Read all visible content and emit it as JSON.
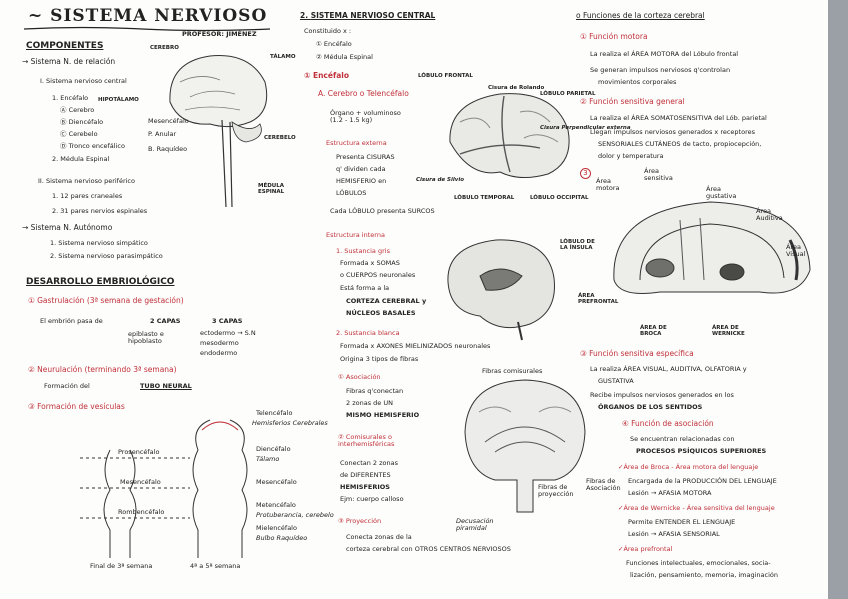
{
  "title": "SISTEMA NERVIOSO",
  "professor": "PROFESOR: JIMÉNEZ",
  "left": {
    "componentes_title": "COMPONENTES",
    "snc_head": "Sistema N. de relación",
    "snc_sub": "I. Sistema nervioso central",
    "encefalo": "1. Encéfalo",
    "encefalo_items": [
      "Ⓐ Cerebro",
      "Ⓑ Diencéfalo",
      "Ⓒ Cerebelo",
      "Ⓓ Tronco encefálico"
    ],
    "medula": "2. Médula Espinal",
    "snp": "II. Sistema nervioso periférico",
    "snp_items": [
      "1. 12 pares craneales",
      "2. 31 pares nervios espinales"
    ],
    "sna": "Sistema N. Autónomo",
    "sna_items": [
      "1. Sistema nervioso simpático",
      "2. Sistema nervioso parasimpático"
    ],
    "brain_labels": [
      "CEREBRO",
      "TÁLAMO",
      "HIPOTÁLAMO",
      "Mesencéfalo",
      "P. Anular",
      "B. Raquídeo",
      "CEREBELO",
      "MÉDULA ESPINAL"
    ],
    "desarrollo_title": "DESARROLLO EMBRIOLÓGICO",
    "gastrulacion": "① Gastrulación (3ª semana de gestación)",
    "embrion": "El embrión pasa de",
    "dos_capas": "2 CAPAS",
    "tres_capas": "3 CAPAS",
    "epiblasto": "epiblasto e hipoblasto",
    "capas3": [
      "ectodermo → S.N",
      "mesodermo",
      "endodermo"
    ],
    "neurulacion": "② Neurulación (terminando 3ª semana)",
    "formacion": "Formación del",
    "tubo": "TUBO NEURAL",
    "vesiculas": "③ Formación de vesículas",
    "ves_labels": [
      "Prosencéfalo",
      "Mesencéfalo",
      "Rombencéfalo"
    ],
    "ves_right": [
      "Telencéfalo",
      "Hemisferios Cerebrales",
      "Diencéfalo",
      "Tálamo",
      "Mesencéfalo",
      "Metencéfalo",
      "Protuberancia, cerebelo",
      "Mielencéfalo",
      "Bulbo Raquídeo"
    ],
    "fin3": "Final de 3ª semana",
    "fin45": "4ª a 5ª semana"
  },
  "mid": {
    "title": "SISTEMA NERVIOSO CENTRAL",
    "constituido": "Constituido x :",
    "const_items": [
      "① Encéfalo",
      "② Médula Espinal"
    ],
    "encefalo_h": "① Encéfalo",
    "cerebro_h": "A. Cerebro o Telencéfalo",
    "organo": "Órgano + voluminoso (1.2 - 1.5 kg)",
    "ext": "Estructura externa",
    "ext_text": [
      "Presenta CISURAS",
      "q' dividen cada",
      "HEMISFERIO en",
      "LÓBULOS"
    ],
    "cada": "Cada LÓBULO presenta SURCOS",
    "int": "Estructura interna",
    "gris": "1. Sustancia gris",
    "gris_text": [
      "Formada x SOMAS",
      "o CUERPOS neuronales",
      "Está forma a la",
      "CORTEZA CEREBRAL y",
      "NÚCLEOS BASALES"
    ],
    "blanca": "2. Sustancia blanca",
    "blanca_text": [
      "Formada x AXONES MIELINIZADOS neuronales",
      "Origina 3 tipos de fibras"
    ],
    "asoc": "① Asociación",
    "asoc_text": [
      "Fibras q'conectan",
      "2 zonas de UN",
      "MISMO HEMISFERIO"
    ],
    "comis": "② Comisurales o interhemisféricas",
    "comis_text": [
      "Conectan 2 zonas",
      "de DIFERENTES",
      "HEMISFERIOS",
      "Ejm: cuerpo calloso"
    ],
    "proy": "③ Proyección",
    "proy_text": [
      "Conecta zonas de la",
      "corteza cerebral con OTROS CENTROS NERVIOSOS"
    ],
    "lobe_labels": [
      "LÓBULO FRONTAL",
      "Cisura de Rolando",
      "LÓBULO PARIETAL",
      "Cisura Perpendicular externa",
      "Cisura de Silvio",
      "LÓBULO TEMPORAL",
      "LÓBULO OCCIPITAL",
      "LÓBULO DE LA ÍNSULA"
    ],
    "fibers": [
      "Fibras comisurales",
      "Fibras de proyección",
      "Fibras de Asociación",
      "Decusación piramidal"
    ]
  },
  "right": {
    "title": "Funciones de la corteza cerebral",
    "motora": "① Función motora",
    "motora_text": [
      "La realiza el ÁREA MOTORA del Lóbulo frontal",
      "Se generan impulsos nerviosos q'controlan",
      "movimientos corporales"
    ],
    "sens": "② Función sensitiva general",
    "sens_text": [
      "La realiza el ÁREA SOMATOSENSITIVA del Lób. parietal",
      "Llegan impulsos nerviosos generados x receptores",
      "SENSORIALES CUTÁNEOS de tacto, propiocepción,",
      "dolor y temperatura"
    ],
    "areas": [
      "Área motora",
      "Área sensitiva",
      "Área gustativa",
      "Área Auditiva",
      "Área Visual",
      "ÁREA PREFRONTAL",
      "ÁREA DE BROCA",
      "ÁREA DE WERNICKE"
    ],
    "esp": "③ Función sensitiva específica",
    "esp_text": [
      "La realiza ÁREA VISUAL, AUDITIVA, OLFATORIA y",
      "GUSTATIVA",
      "Recibe impulsos nerviosos generados en los",
      "ÓRGANOS DE LOS SENTIDOS"
    ],
    "asoc": "④ Función de asociación",
    "asoc_text": [
      "Se encuentran relacionadas con",
      "PROCESOS PSÍQUICOS SUPERIORES"
    ],
    "broca": "✓Área de Broca - Área motora del lenguaje",
    "broca_text": [
      "Encargada de la PRODUCCIÓN DEL LENGUAJE",
      "Lesión → AFASIA MOTORA"
    ],
    "wernicke": "✓Área de Wernicke - Área sensitiva del lenguaje",
    "wernicke_text": [
      "Permite ENTENDER EL LENGUAJE",
      "Lesión → AFASIA SENSORIAL"
    ],
    "pref": "✓Área prefrontal",
    "pref_text": [
      "Funciones intelectuales, emocionales, socia-",
      "lización, pensamiento, memoria, imaginación"
    ]
  }
}
